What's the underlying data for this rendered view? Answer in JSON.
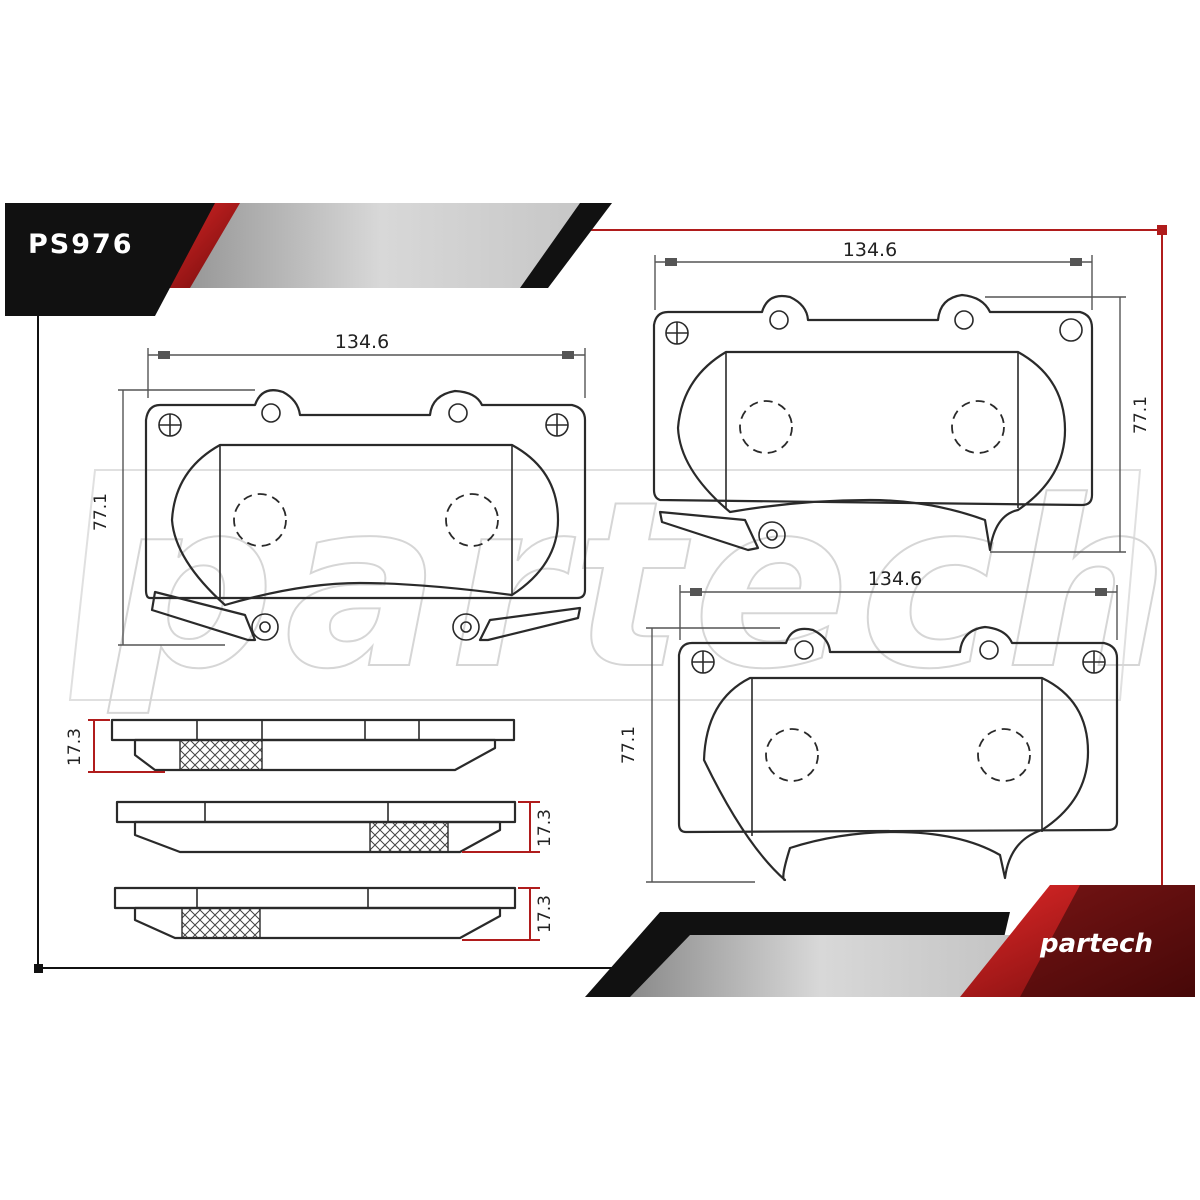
{
  "product": {
    "code": "PS976"
  },
  "brand": {
    "logo_text": "partech",
    "watermark_text": "partech",
    "colors": {
      "accent_red": "#b01c1c",
      "dark": "#111111",
      "gray": "#bdbdbd"
    }
  },
  "dimensions": {
    "pad1_width": "134.6",
    "pad1_height": "77.1",
    "pad2_width": "134.6",
    "pad2_height": "77.1",
    "pad3_width": "134.6",
    "pad3_height": "77.1",
    "side1_thickness": "17.3",
    "side2_thickness": "17.3",
    "side3_thickness": "17.3"
  }
}
